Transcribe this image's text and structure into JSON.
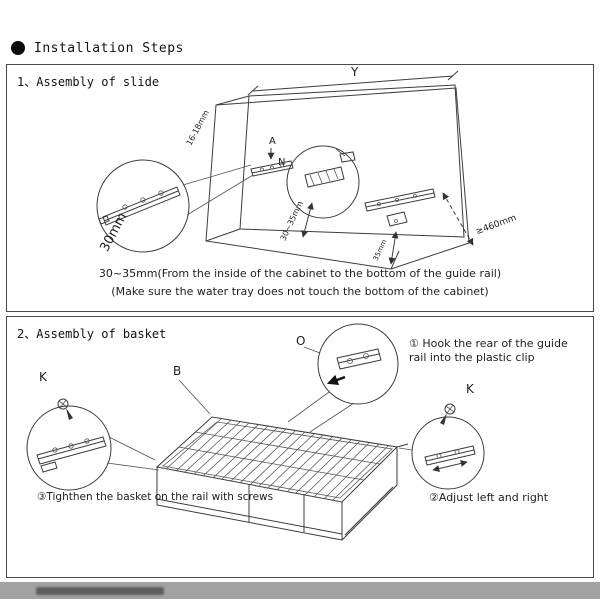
{
  "colors": {
    "line": "#3c3c3c",
    "footer_bar": "#a3a3a3",
    "bullet": "#0a0a0a"
  },
  "header": {
    "title": "Installation Steps"
  },
  "step1": {
    "title": "1、Assembly of slide",
    "dim_y": "Y",
    "dim_thickness": "16-18mm",
    "label_a": "A",
    "label_n": "N",
    "dim_30mm": "30mm",
    "dim_30_35": "30~35mm",
    "dim_min460": "≥460mm",
    "dim_35mm": "35mm",
    "note1": "30~35mm(From the inside of the cabinet to the bottom of the guide rail)",
    "note2": "(Make sure the water tray does not touch the bottom of the cabinet)"
  },
  "step2": {
    "title": "2、Assembly of basket",
    "label_o": "O",
    "label_b": "B",
    "label_k_left": "K",
    "label_k_right": "K",
    "note_hook_line1": "① Hook the rear of the guide",
    "note_hook_line2": "rail into the plastic clip",
    "note_tighten": "③Tighthen the basket on the rail with screws",
    "note_adjust": "②Adjust left and right"
  }
}
